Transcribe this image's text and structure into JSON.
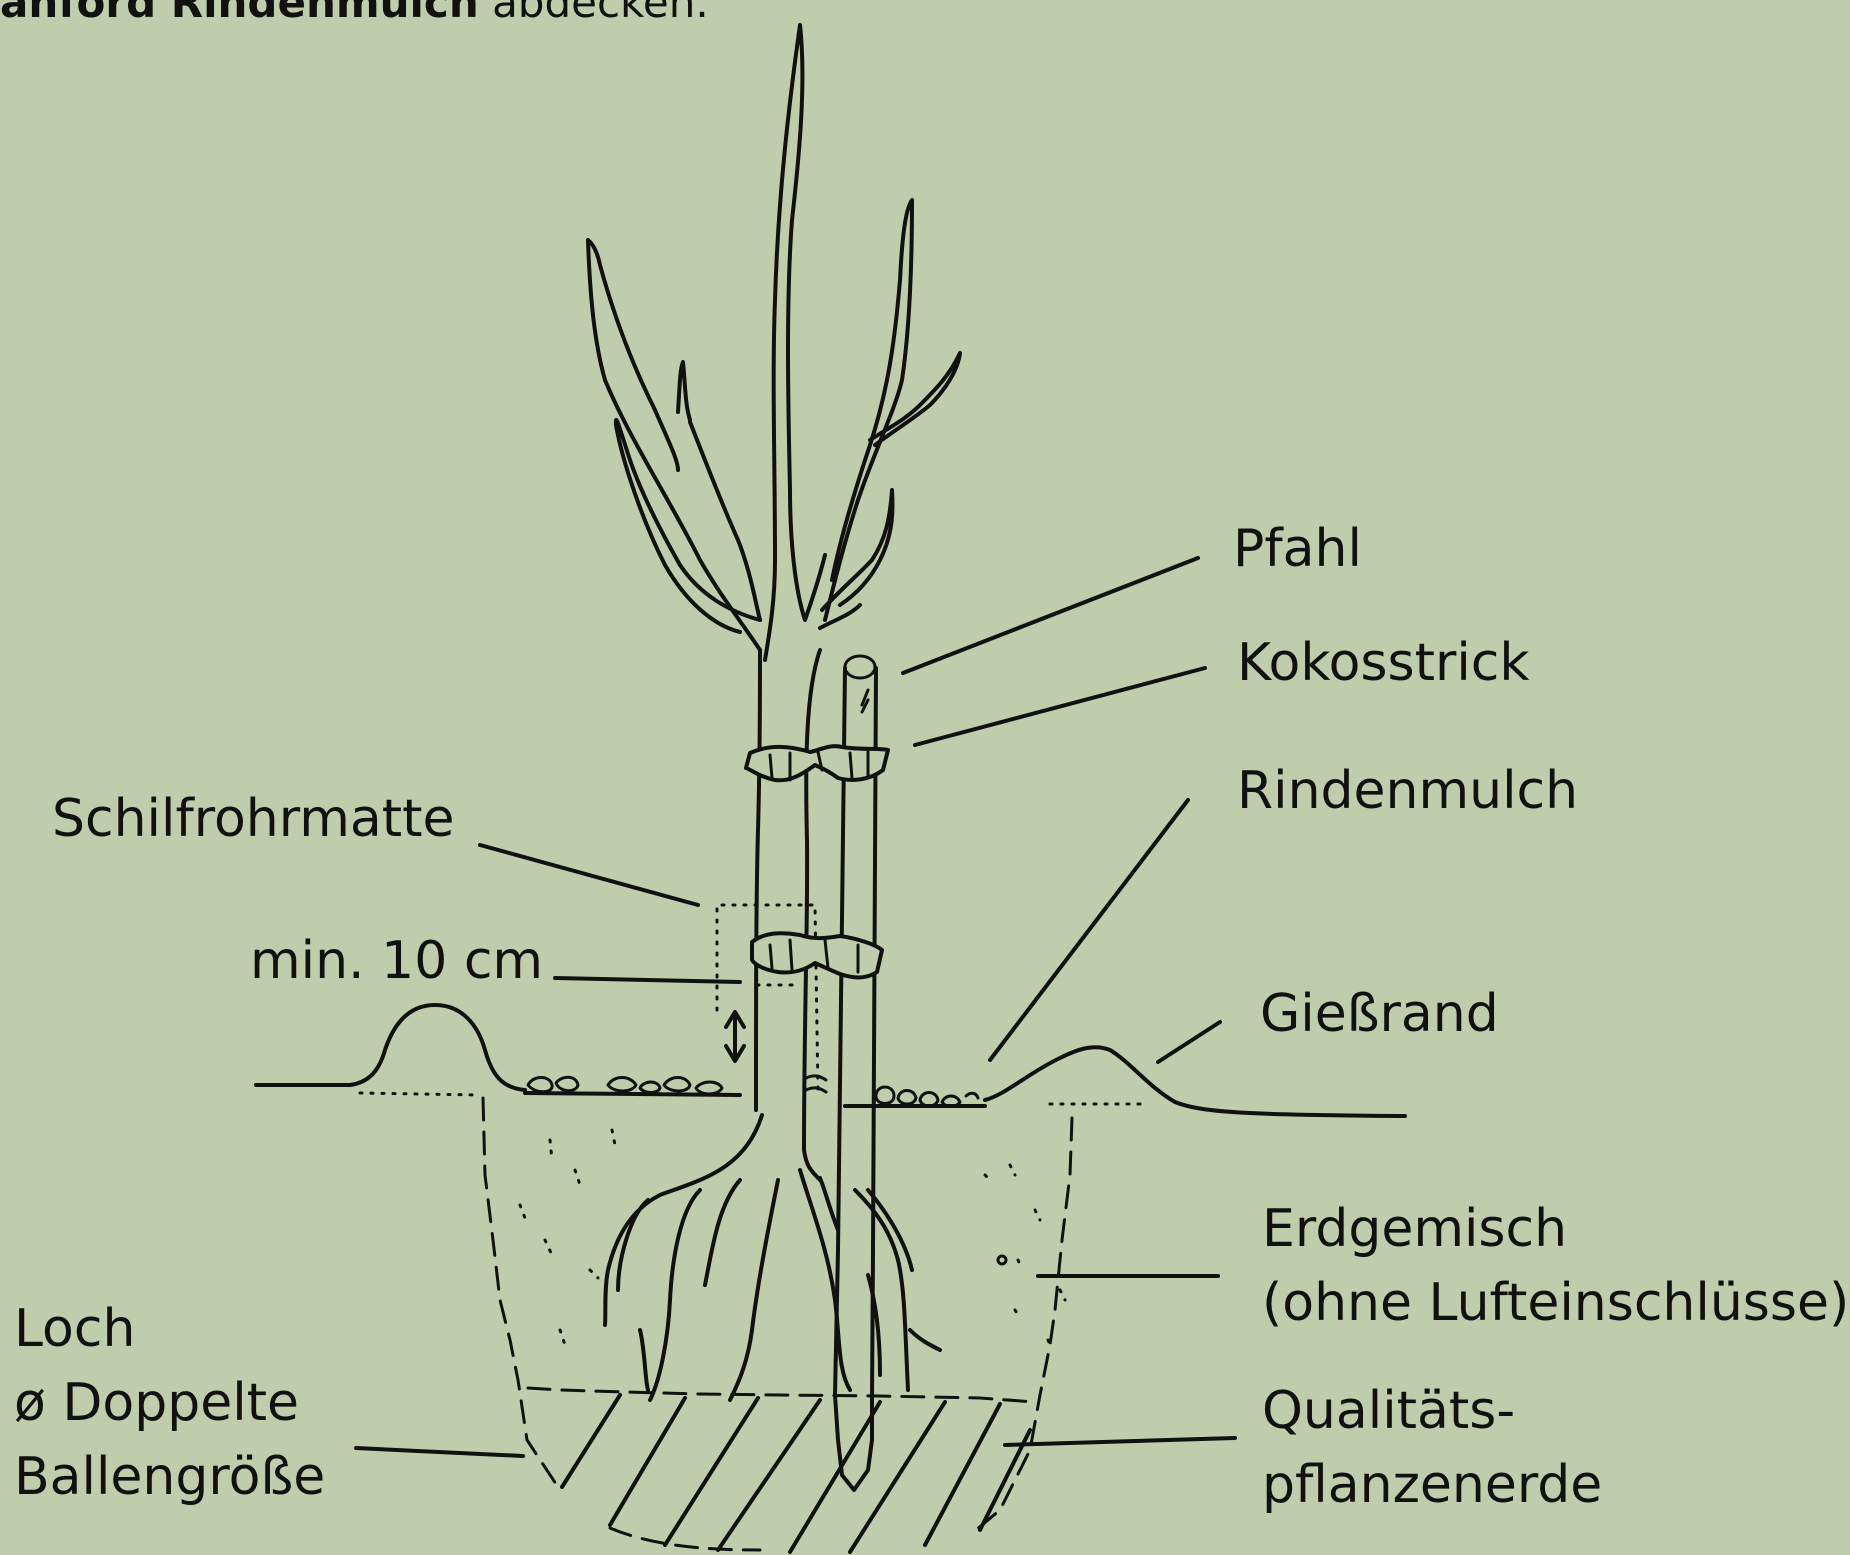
{
  "top_text": {
    "bold": "anford Rindenmulch",
    "rest": " abdecken."
  },
  "labels": {
    "pfahl": "Pfahl",
    "kokosstrick": "Kokosstrick",
    "rindenmulch": "Rindenmulch",
    "schilfrohrmatte": "Schilfrohrmatte",
    "min_height": "min. 10 cm",
    "giessrand": "Gießrand",
    "erdgemisch_1": "Erdgemisch",
    "erdgemisch_2": "(ohne Lufteinschlüsse)",
    "loch_1": "Loch",
    "loch_2": "ø Doppelte",
    "loch_3": "Ballengröße",
    "qualitaet_1": "Qualitäts-",
    "qualitaet_2": "pflanzenerde"
  },
  "colors": {
    "background": "#bfcdad",
    "ink": "#111111"
  }
}
